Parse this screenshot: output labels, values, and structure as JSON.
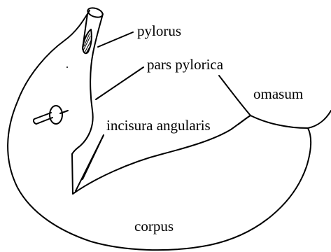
{
  "labels": {
    "pylorus": "pylorus",
    "pars_pylorica": "pars pylorica",
    "omasum": "omasum",
    "incisura_angularis": "incisura angularis",
    "corpus": "corpus"
  },
  "colors": {
    "ink": "#000000",
    "background": "#ffffff"
  }
}
